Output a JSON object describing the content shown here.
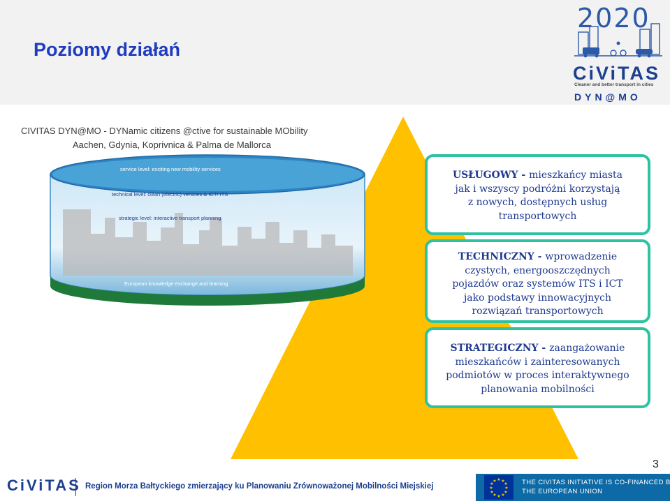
{
  "slide": {
    "title": "Poziomy działań",
    "page_number": "3"
  },
  "logo": {
    "year": "2020",
    "name": "CiViTAS",
    "tagline": "Cleaner and better transport in cities",
    "project": "DYN@MO"
  },
  "figure": {
    "caption_line1": "CIVITAS DYN@MO - DYNamic citizens @ctive for sustainable MObility",
    "caption_line2": "Aachen, Gdynia, Koprivnica & Palma de Mallorca",
    "levels": [
      "service level: exciting new mobility services",
      "technical level: clean (electric) vehicles & ICT/ ITS",
      "strategic level: interactive transport planning",
      "European knowledge exchange and learning"
    ]
  },
  "levels": [
    {
      "heading": "USŁUGOWY -",
      "lines": [
        "mieszkańcy miasta",
        "jak i wszyscy podróżni korzystają",
        "z nowych, dostępnych usług",
        "transportowych"
      ]
    },
    {
      "heading": "TECHNICZNY -",
      "lines": [
        "wprowadzenie",
        "czystych, energooszczędnych",
        "pojazdów oraz systemów ITS i ICT",
        "jako podstawy innowacyjnych",
        "rozwiązań transportowych"
      ]
    },
    {
      "heading": "STRATEGICZNY -",
      "lines": [
        "zaangażowanie",
        "mieszkańców i zainteresowanych",
        "podmiotów w proces interaktywnego",
        "planowania mobilności"
      ]
    }
  ],
  "footer": {
    "logo": "CiViTAS",
    "text": "Region Morza Bałtyckiego zmierzający ku Planowaniu Zrównoważonej Mobilności Miejskiej",
    "eu_line1": "THE CIVITAS INITIATIVE IS CO-FINANCED BY",
    "eu_line2": "THE EUROPEAN UNION"
  },
  "colors": {
    "title": "#1f3bbf",
    "pyramid": "#ffc000",
    "box_border": "#2ec2a1",
    "box_text": "#1f3a8f",
    "disc": "#4aa3d6",
    "eu_banner": "#0e6aa6"
  }
}
